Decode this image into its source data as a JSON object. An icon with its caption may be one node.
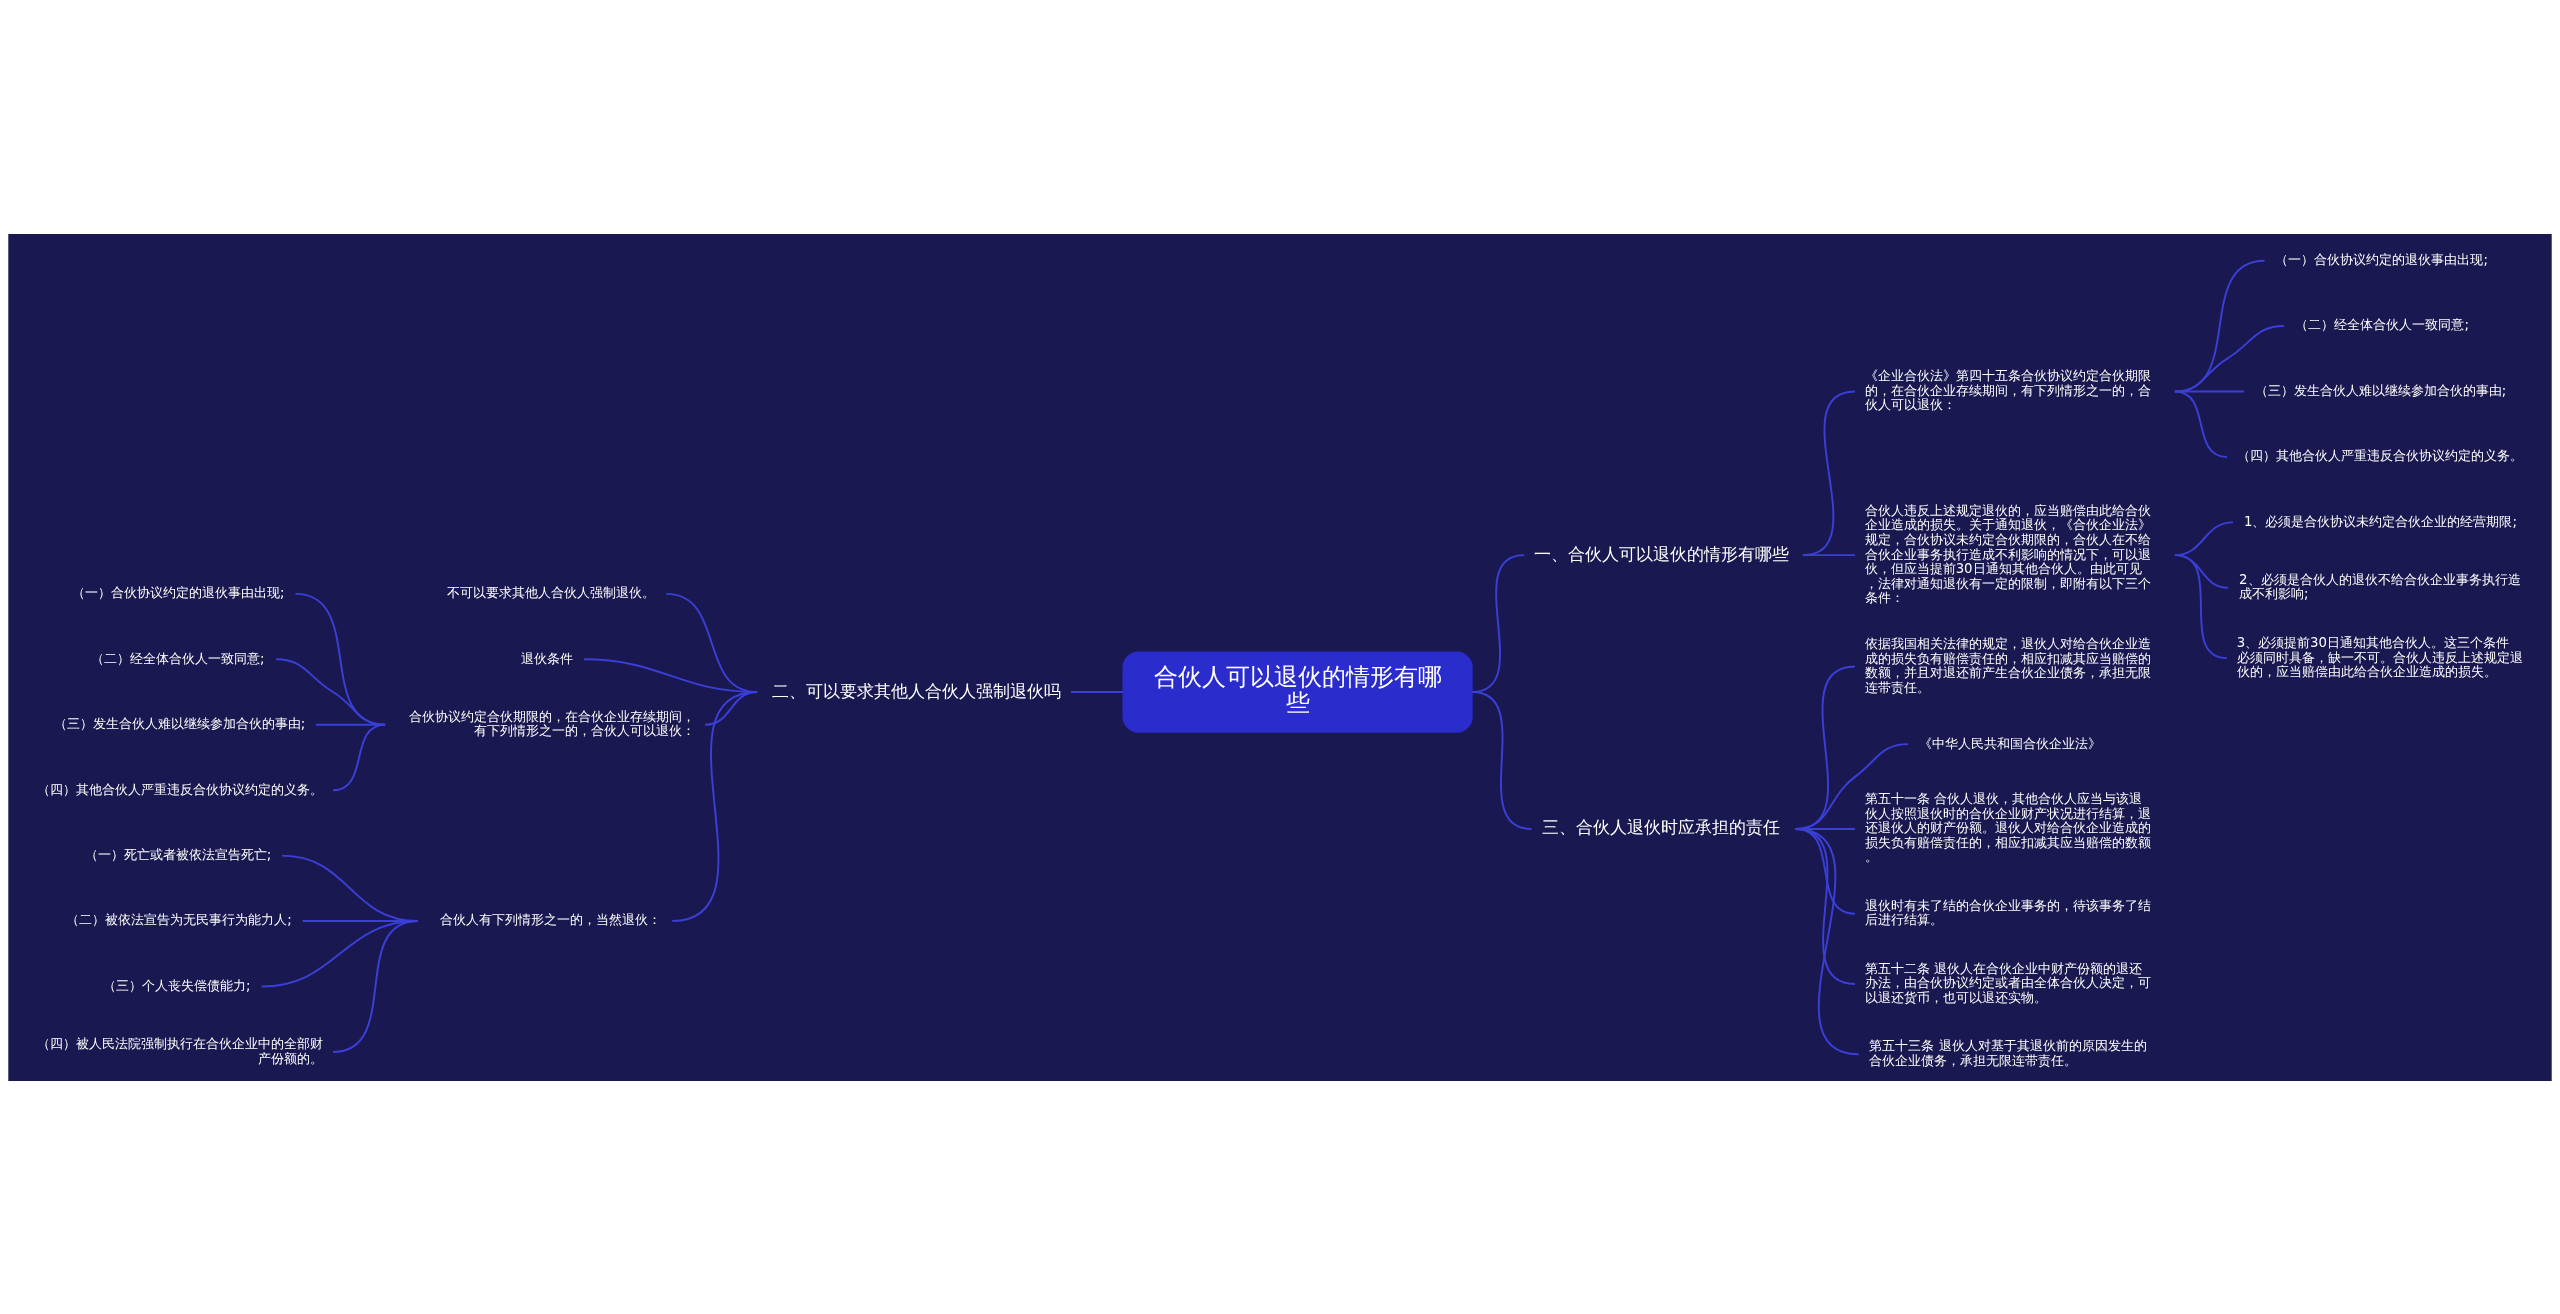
{
  "diagram": {
    "nodes": [
      {
        "text": [
          "合伙人可以退伙的情形有哪些"
        ]
      },
      {
        "text": [
          "一、合伙人可以退伙的情形有哪些"
        ]
      },
      {
        "text": [
          "《企业合伙法》第四十五条合伙协议约定合伙期限的，在合伙企业存续期间，有下列情形之一的，合伙人可以退伙："
        ]
      },
      {
        "text": [
          "（一）合伙协议约定的退伙事由出现;"
        ]
      },
      {
        "text": [
          "（二）经全体合伙人一致同意;"
        ]
      },
      {
        "text": [
          "（三）发生合伙人难以继续参加合伙的事由;"
        ]
      },
      {
        "text": [
          "（四）其他合伙人严重违反合伙协议约定的义务。"
        ]
      },
      {
        "text": [
          "合伙人违反上述规定退伙的，应当赔偿由此给合伙企业造成的损失。关于通知退伙，《合伙企业法》规定，合伙协议未约定合伙期限的，合伙人在不给合伙企业事务执行造成不利影响的情况下，可以退伙，但应当提前30日通知其他合伙人。由此可见，法律对通知退伙有一定的限制，即附有以下三个条件："
        ]
      },
      {
        "text": [
          "1、必须是合伙协议未约定合伙企业的经营期限;"
        ]
      },
      {
        "text": [
          "2、必须是合伙人的退伙不给合伙企业事务执行造成不利影响;"
        ]
      },
      {
        "text": [
          "3、必须提前30日通知其他合伙人。这三个条件必须同时具备，缺一不可。合伙人违反上述规定退伙的，应当赔偿由此给合伙企业造成的损失。"
        ]
      },
      {
        "text": [
          "三、合伙人退伙时应承担的责任"
        ]
      },
      {
        "text": [
          "依据我国相关法律的规定，退伙人对给合伙企业造成的损失负有赔偿责任的，相应扣减其应当赔偿的数额，并且对退还前产生合伙企业债务，承担无限连带责任。"
        ]
      },
      {
        "text": [
          "《中华人民共和国合伙企业法》"
        ]
      },
      {
        "text": [
          "第五十一条 合伙人退伙，其他合伙人应当与该退伙人按照退伙时的合伙企业财产状况进行结算，退还退伙人的财产份额。退伙人对给合伙企业造成的损失负有赔偿责任的，相应扣减其应当赔偿的数额。"
        ]
      },
      {
        "text": [
          "退伙时有未了结的合伙企业事务的，待该事务了结后进行结算。"
        ]
      },
      {
        "text": [
          "第五十二条 退伙人在合伙企业中财产份额的退还办法，由合伙协议约定或者由全体合伙人决定，可以退还货币，也可以退还实物。"
        ]
      },
      {
        "text": [
          "第五十三条 退伙人对基于其退伙前的原因发生的合伙企业债务，承担无限连带责任。"
        ]
      },
      {
        "text": [
          "二、可以要求其他人合伙人强制退伙吗"
        ]
      },
      {
        "text": [
          "不可以要求其他人合伙人强制退伙。"
        ]
      },
      {
        "text": [
          "退伙条件"
        ]
      },
      {
        "text": [
          "合伙协议约定合伙期限的，在合伙企业存续期间，有下列情形之一的，合伙人可以退伙："
        ]
      },
      {
        "text": [
          "（一）合伙协议约定的退伙事由出现;"
        ]
      },
      {
        "text": [
          "（二）经全体合伙人一致同意;"
        ]
      },
      {
        "text": [
          "（三）发生合伙人难以继续参加合伙的事由;"
        ]
      },
      {
        "text": [
          "（四）其他合伙人严重违反合伙协议约定的义务。"
        ]
      },
      {
        "text": [
          "合伙人有下列情形之一的，当然退伙："
        ]
      },
      {
        "text": [
          "（一）死亡或者被依法宣告死亡;"
        ]
      },
      {
        "text": [
          "（二）被依法宣告为无民事行为能力人;"
        ]
      },
      {
        "text": [
          "（三）个人丧失偿债能力;"
        ]
      },
      {
        "text": [
          "（四）被人民法院强制执行在合伙企业中的全部财产份额的。"
        ]
      }
    ],
    "edges": [
      {
        "from": 0,
        "to": 1,
        "arrow": "none"
      },
      {
        "from": 1,
        "to": 2,
        "arrow": "none"
      },
      {
        "from": 2,
        "to": 3,
        "arrow": "none"
      },
      {
        "from": 2,
        "to": 4,
        "arrow": "none"
      },
      {
        "from": 2,
        "to": 5,
        "arrow": "none"
      },
      {
        "from": 2,
        "to": 6,
        "arrow": "none"
      },
      {
        "from": 1,
        "to": 7,
        "arrow": "none"
      },
      {
        "from": 7,
        "to": 8,
        "arrow": "none"
      },
      {
        "from": 7,
        "to": 9,
        "arrow": "none"
      },
      {
        "from": 7,
        "to": 10,
        "arrow": "none"
      },
      {
        "from": 0,
        "to": 11,
        "arrow": "none"
      },
      {
        "from": 11,
        "to": 12,
        "arrow": "none"
      },
      {
        "from": 11,
        "to": 13,
        "arrow": "none"
      },
      {
        "from": 11,
        "to": 14,
        "arrow": "none"
      },
      {
        "from": 11,
        "to": 15,
        "arrow": "none"
      },
      {
        "from": 11,
        "to": 16,
        "arrow": "none"
      },
      {
        "from": 11,
        "to": 17,
        "arrow": "none"
      },
      {
        "from": 0,
        "to": 18,
        "arrow": "none"
      },
      {
        "from": 18,
        "to": 19,
        "arrow": "none"
      },
      {
        "from": 18,
        "to": 20,
        "arrow": "none"
      },
      {
        "from": 18,
        "to": 21,
        "arrow": "none"
      },
      {
        "from": 21,
        "to": 22,
        "arrow": "none"
      },
      {
        "from": 21,
        "to": 23,
        "arrow": "none"
      },
      {
        "from": 21,
        "to": 24,
        "arrow": "none"
      },
      {
        "from": 21,
        "to": 25,
        "arrow": "none"
      },
      {
        "from": 18,
        "to": 26,
        "arrow": "none"
      },
      {
        "from": 26,
        "to": 27,
        "arrow": "none"
      },
      {
        "from": 26,
        "to": 28,
        "arrow": "none"
      },
      {
        "from": 26,
        "to": 29,
        "arrow": "none"
      },
      {
        "from": 26,
        "to": 30,
        "arrow": "none"
      }
    ]
  }
}
